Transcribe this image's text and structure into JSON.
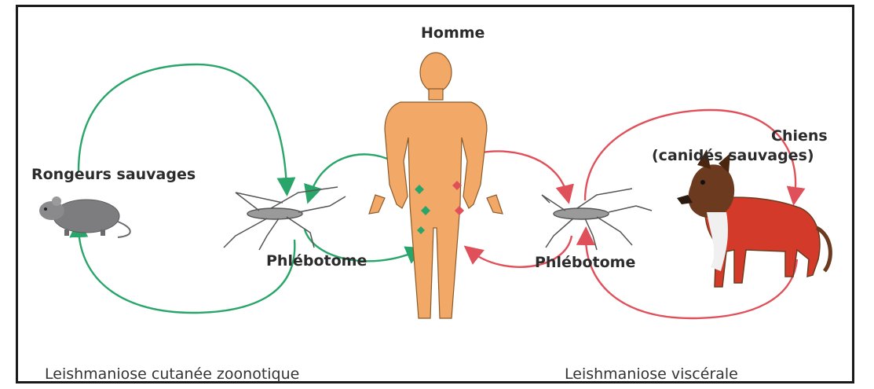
{
  "labels": {
    "human": "Homme",
    "rodents": "Rongeurs sauvages",
    "dogs_line1": "Chiens",
    "dogs_line2": "(canidés sauvages)",
    "sandfly_left": "Phlébotome",
    "sandfly_right": "Phlébotome",
    "cycle_left": "Leishmaniose cutanée zoonotique",
    "cycle_right": "Leishmaniose viscérale"
  },
  "colors": {
    "zoonotic_cycle": "#2aa56a",
    "visceral_cycle": "#e0505a",
    "skin": "#f2a866",
    "skin_outline": "#8a5a2a",
    "rodent": "#7d7d80",
    "dog_red": "#d43a2a",
    "dog_brown": "#6b3a1f"
  },
  "icons": [
    "human-figure",
    "rodent-icon",
    "sandfly-icon",
    "dog-icon"
  ]
}
